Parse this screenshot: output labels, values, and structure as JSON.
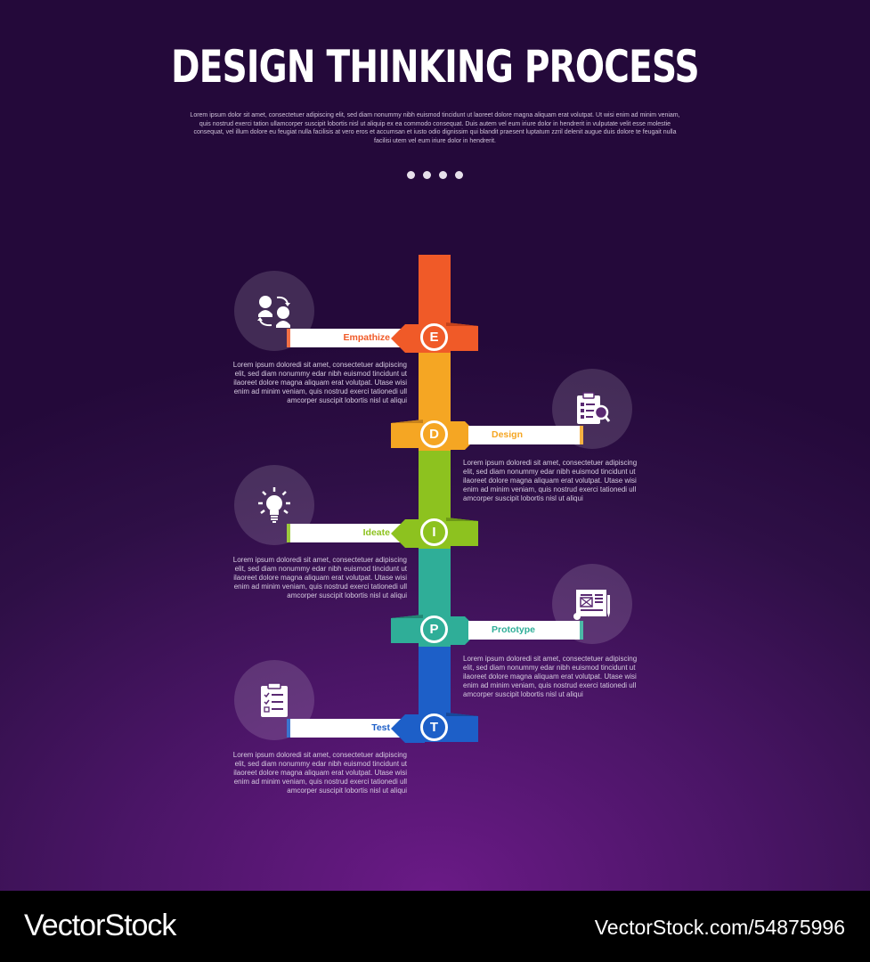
{
  "header": {
    "title": "DESIGN THINKING PROCESS",
    "subtitle": "Lorem ipsum dolor sit amet, consectetuer adipiscing elit, sed diam nonummy nibh euismod tincidunt ut laoreet dolore magna aliquam erat volutpat. Ut wisi enim ad minim veniam, quis nostrud exerci tation ullamcorper suscipit lobortis nisl ut aliquip ex ea commodo consequat. Duis autem vel eum iriure dolor in hendrerit in vulputate velit esse molestie consequat, vel illum dolore eu feugiat nulla facilisis at vero eros et accumsan et iusto odio dignissim qui blandit praesent luptatum zzril delenit augue duis dolore te feugait nulla facilisi utem vel eum iriure dolor in hendrerit."
  },
  "colors": {
    "empathize": "#f05a28",
    "design": "#f5a623",
    "ideate": "#8dc21f",
    "prototype": "#2fae98",
    "test": "#1d5fc8"
  },
  "steps": [
    {
      "letter": "E",
      "label": "Empathize",
      "icon": "people-exchange-icon",
      "side": "left",
      "description": "Lorem ipsum doloredi sit amet, consectetuer adipiscing elit, sed diam nonummy edar nibh euismod tincidunt ut ilaoreet dolore magna aliquam erat volutpat. Utase wisi enim ad minim veniam, quis nostrud exerci tationedi ull amcorper suscipit lobortis nisl ut aliqui"
    },
    {
      "letter": "D",
      "label": "Design",
      "icon": "checklist-search-icon",
      "side": "right",
      "description": "Lorem ipsum doloredi sit amet, consectetuer adipiscing elit, sed diam nonummy edar nibh euismod tincidunt ut ilaoreet dolore magna aliquam erat volutpat. Utase wisi enim ad minim veniam, quis nostrud exerci tationedi ull amcorper suscipit lobortis nisl ut aliqui"
    },
    {
      "letter": "I",
      "label": "Ideate",
      "icon": "lightbulb-icon",
      "side": "left",
      "description": "Lorem ipsum doloredi sit amet, consectetuer adipiscing elit, sed diam nonummy edar nibh euismod tincidunt ut ilaoreet dolore magna aliquam erat volutpat. Utase wisi enim ad minim veniam, quis nostrud exerci tationedi ull amcorper suscipit lobortis nisl ut aliqui"
    },
    {
      "letter": "P",
      "label": "Prototype",
      "icon": "blueprint-icon",
      "side": "right",
      "description": "Lorem ipsum doloredi sit amet, consectetuer adipiscing elit, sed diam nonummy edar nibh euismod tincidunt ut ilaoreet dolore magna aliquam erat volutpat. Utase wisi enim ad minim veniam, quis nostrud exerci tationedi ull amcorper suscipit lobortis nisl ut aliqui"
    },
    {
      "letter": "T",
      "label": "Test",
      "icon": "clipboard-checklist-icon",
      "side": "left",
      "description": "Lorem ipsum doloredi sit amet, consectetuer adipiscing elit, sed diam nonummy edar nibh euismod tincidunt ut ilaoreet dolore magna aliquam erat volutpat. Utase wisi enim ad minim veniam, quis nostrud exerci tationedi ull amcorper suscipit lobortis nisl ut aliqui"
    }
  ],
  "watermark": {
    "left": "VectorStock",
    "right": "VectorStock.com/54875996"
  }
}
